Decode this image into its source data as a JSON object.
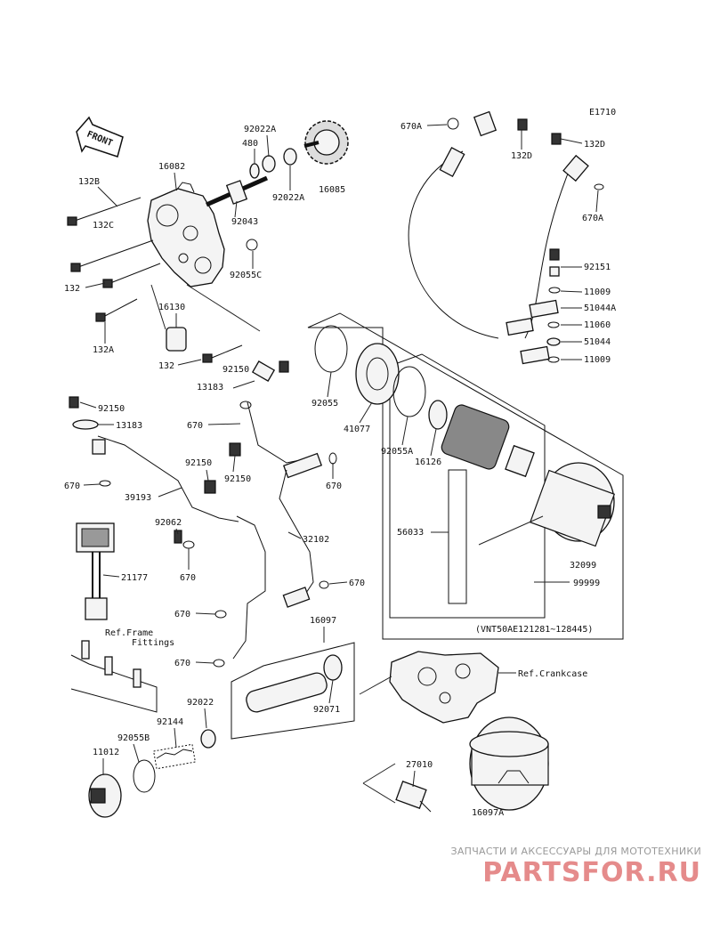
{
  "diagram_code": "E1710",
  "front_arrow": "FRONT",
  "watermark": {
    "caption": "ЗАПЧАСТИ И АКСЕССУАРЫ ДЛЯ МОТОТЕХНИКИ",
    "logo": "PARTSFOR.RU"
  },
  "part_labels": {
    "p132B": "132B",
    "p132C": "132C",
    "p132": "132",
    "p132A": "132A",
    "p132b2": "132",
    "p16082": "16082",
    "p480": "480",
    "p92022A_top": "92022A",
    "p92022A_low": "92022A",
    "p16085": "16085",
    "p92043": "92043",
    "p92055C": "92055C",
    "p16130": "16130",
    "p92150_a": "92150",
    "p13183_a": "13183",
    "p92150_b": "92150",
    "p13183_b": "13183",
    "p670_a": "670",
    "p670_b": "670",
    "p92150_c": "92150",
    "p92150_d": "92150",
    "p39193": "39193",
    "p92062": "92062",
    "p670_c": "670",
    "p32102": "32102",
    "p670_d": "670",
    "p21177": "21177",
    "p670_e": "670",
    "p670_f": "670",
    "p16097": "16097",
    "p92022": "92022",
    "p92144": "92144",
    "p92071": "92071",
    "p92055B": "92055B",
    "p11012": "11012",
    "p27010": "27010",
    "p16097A": "16097A",
    "p670A_top": "670A",
    "p132D_a": "132D",
    "p132D_b": "132D",
    "p670A_r": "670A",
    "p92151": "92151",
    "p11009_a": "11009",
    "p51044A": "51044A",
    "p11060": "11060",
    "p51044": "51044",
    "p11009_b": "11009",
    "p92055": "92055",
    "p41077": "41077",
    "p92055A": "92055A",
    "p16126": "16126",
    "p56033": "56033",
    "p32099": "32099",
    "p99999": "99999"
  },
  "references": {
    "frame_line1": "Ref.Frame",
    "frame_line2": "Fittings",
    "crankcase": "Ref.Crankcase"
  },
  "serial_range": "(VNT50AE121281~128445)"
}
